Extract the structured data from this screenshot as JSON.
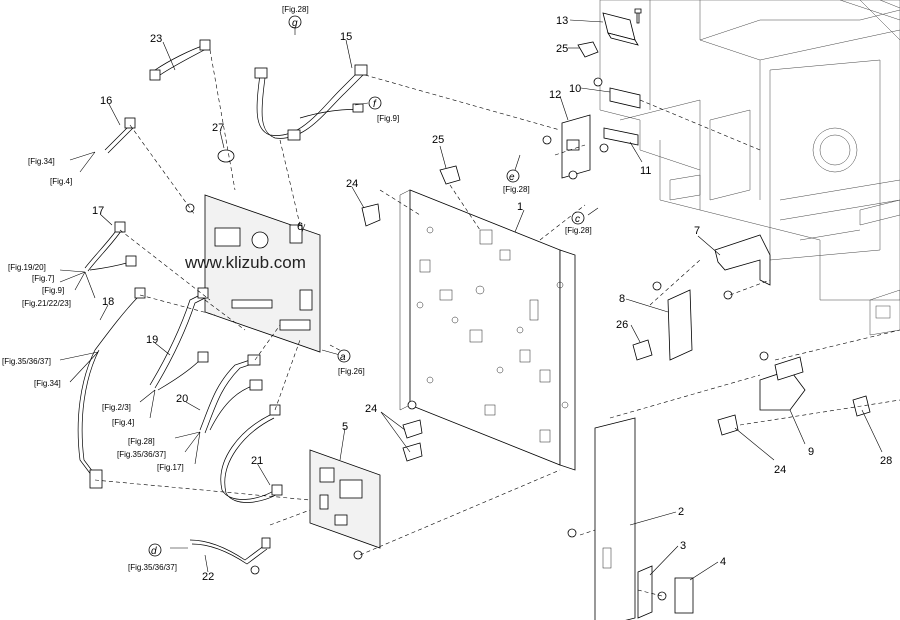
{
  "watermark": "www.klizub.com",
  "part_numbers": {
    "p1": "1",
    "p2": "2",
    "p3": "3",
    "p4": "4",
    "p5": "5",
    "p6": "6",
    "p7": "7",
    "p8": "8",
    "p9": "9",
    "p10": "10",
    "p11": "11",
    "p12": "12",
    "p13": "13",
    "p15": "15",
    "p16": "16",
    "p17": "17",
    "p18": "18",
    "p19": "19",
    "p20": "20",
    "p21": "21",
    "p22": "22",
    "p23": "23",
    "p24a": "24",
    "p24b": "24",
    "p24c": "24",
    "p25a": "25",
    "p25b": "25",
    "p26": "26",
    "p27": "27",
    "p28": "28"
  },
  "connectors": {
    "a": "a",
    "c": "c",
    "d": "d",
    "e": "e",
    "f": "f",
    "g": "g"
  },
  "figure_refs": {
    "g_ref": "[Fig.28]",
    "f_ref": "[Fig.9]",
    "e_ref": "[Fig.28]",
    "c_ref": "[Fig.28]",
    "a_ref": "[Fig.26]",
    "d_ref": "[Fig.35/36/37]",
    "w16_ref1": "[Fig.34]",
    "w16_ref2": "[Fig.4]",
    "w17_ref1": "[Fig.19/20]",
    "w17_ref2": "[Fig.7]",
    "w17_ref3": "[Fig.9]",
    "w17_ref4": "[Fig.21/22/23]",
    "w18_ref1": "[Fig.35/36/37]",
    "w18_ref2": "[Fig.34]",
    "w19_ref1": "[Fig.2/3]",
    "w19_ref2": "[Fig.4]",
    "w20_ref1": "[Fig.28]",
    "w20_ref2": "[Fig.35/36/37]",
    "w20_ref3": "[Fig.17]"
  }
}
